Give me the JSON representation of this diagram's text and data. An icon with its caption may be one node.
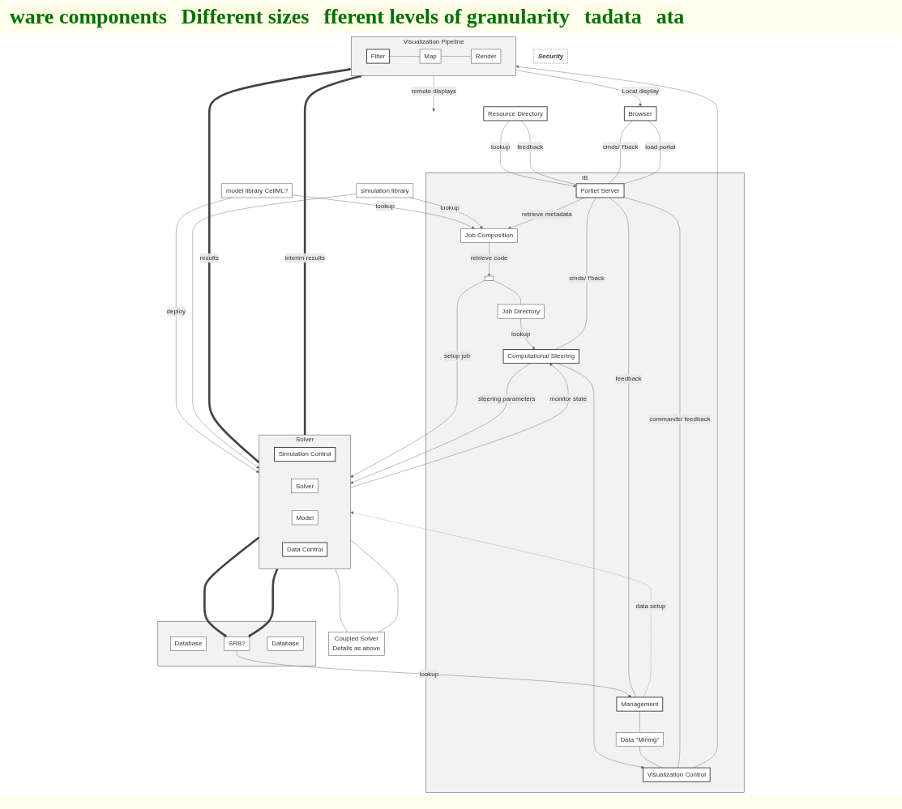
{
  "diagram": {
    "nodes": [
      {
        "text": [
          "Resource Directory"
        ]
      },
      {
        "text": [
          "model library CellML?"
        ]
      },
      {
        "text": [
          "simulation library"
        ]
      },
      {
        "text": [
          "IB"
        ]
      },
      {
        "text": [
          "Security"
        ]
      },
      {
        "text": [
          "Job Composition"
        ],
        "in": 3
      },
      {
        "text": [
          "Solver"
        ]
      },
      {
        "text": [
          "Simulation Control"
        ],
        "in": 6
      },
      {
        "text": [],
        "shape": "box",
        "in": 3
      },
      {
        "text": [
          "Solver"
        ],
        "in": 6
      },
      {
        "text": [
          "Model"
        ],
        "in": 6
      },
      {
        "text": [
          "Job Directory"
        ],
        "in": 3
      },
      {
        "text": [
          "Browser"
        ]
      },
      {
        "text": [
          "Portlet Server"
        ],
        "in": 3
      },
      {
        "text": [
          "Computational Steering"
        ],
        "in": 3
      },
      {
        "text": [
          "Data Control"
        ],
        "in": 6
      },
      {
        "text": [
          "Coupled Solver",
          "Details as above"
        ]
      },
      {
        "text": [],
        "shape": "box"
      },
      {
        "text": [
          "Database"
        ],
        "in": 17
      },
      {
        "text": [
          "Management"
        ],
        "in": 3
      },
      {
        "text": [
          "SRB?"
        ],
        "in": 17
      },
      {
        "text": [
          "Database"
        ],
        "in": 17
      },
      {
        "text": [
          "Data \"Mining\""
        ],
        "in": 3
      },
      {
        "text": [
          "Visualization Control"
        ],
        "in": 3
      },
      {
        "text": [
          "Visualization Pipeline"
        ]
      },
      {
        "text": [
          "Filter"
        ],
        "in": 24
      },
      {
        "text": [
          "Map"
        ],
        "in": 24
      },
      {
        "text": [
          "Render"
        ],
        "in": 24
      }
    ],
    "edges": [
      {
        "from": 1,
        "to": 5,
        "label": "lookup",
        "arrow": "to"
      },
      {
        "from": 2,
        "to": 5,
        "label": "lookup",
        "arrow": "to"
      },
      {
        "from": 1,
        "to": 6,
        "label": "deploy",
        "arrow": "to"
      },
      {
        "from": 2,
        "to": 6,
        "arrow": "to"
      },
      {
        "from": 0,
        "to": 13,
        "label": "lookup",
        "arrow": "to"
      },
      {
        "from": 0,
        "to": 13,
        "label": "feedback",
        "arrow": "none"
      },
      {
        "from": 13,
        "to": 5,
        "label": "retrieve metadata",
        "arrow": "to"
      },
      {
        "from": 5,
        "to": 8,
        "label": "retrieve code",
        "arrow": "to"
      },
      {
        "from": 8,
        "to": 6,
        "label": "setup job",
        "arrow": "to"
      },
      {
        "from": 8,
        "to": 11,
        "arrow": "none"
      },
      {
        "from": 14,
        "to": 6,
        "label": "steering parameters",
        "arrow": "to"
      },
      {
        "from": 6,
        "to": 14,
        "label": "monitor state",
        "arrow": "to"
      },
      {
        "from": 11,
        "to": 14,
        "label": "lookup",
        "arrow": "to"
      },
      {
        "from": 12,
        "to": 13,
        "label": "cmds/ f'back",
        "arrow": "none"
      },
      {
        "from": 12,
        "to": 13,
        "label": "load portal",
        "arrow": "none"
      },
      {
        "from": 13,
        "to": 14,
        "label": "cmds/ f'back",
        "arrow": "none"
      },
      {
        "from": 19,
        "to": 6,
        "label": "data setup",
        "arrow": "to",
        "style": "dashed"
      },
      {
        "from": 14,
        "to": 23,
        "arrow": "to"
      },
      {
        "from": 6,
        "to": 16,
        "arrow": "none"
      },
      {
        "from": 6,
        "to": 16,
        "arrow": "none"
      },
      {
        "from": 20,
        "to": 19,
        "label": "lookup",
        "arrow": "to"
      },
      {
        "from": 19,
        "to": 13,
        "label": "feedback",
        "arrow": "none"
      },
      {
        "from": 6,
        "to": 20,
        "arrow": "to",
        "style": "thick"
      },
      {
        "from": 6,
        "to": 24,
        "label": "results",
        "arrow": "to",
        "style": "thick"
      },
      {
        "from": 6,
        "to": 20,
        "arrow": "to",
        "style": "thick"
      },
      {
        "from": 6,
        "to": 24,
        "label": "interim results",
        "arrow": "to",
        "style": "thick"
      },
      {
        "from": 19,
        "to": 22,
        "arrow": "none"
      },
      {
        "from": 22,
        "to": 23,
        "arrow": "none"
      },
      {
        "from": 23,
        "to": 24,
        "arrow": "to"
      },
      {
        "from": 23,
        "to": 13,
        "label": "commands/ feedback",
        "arrow": "none"
      },
      {
        "from": 24,
        "to": 12,
        "label": "Local display",
        "arrow": "to"
      },
      {
        "from": 24,
        "to": null,
        "label": "remote displays",
        "arrow": "to"
      },
      {
        "from": 25,
        "to": 26,
        "arrow": "none"
      },
      {
        "from": 26,
        "to": 27,
        "arrow": "none"
      }
    ],
    "labels": [
      "ware components",
      "Different sizes",
      "fferent levels of granularity",
      "tadata",
      "ata"
    ]
  }
}
